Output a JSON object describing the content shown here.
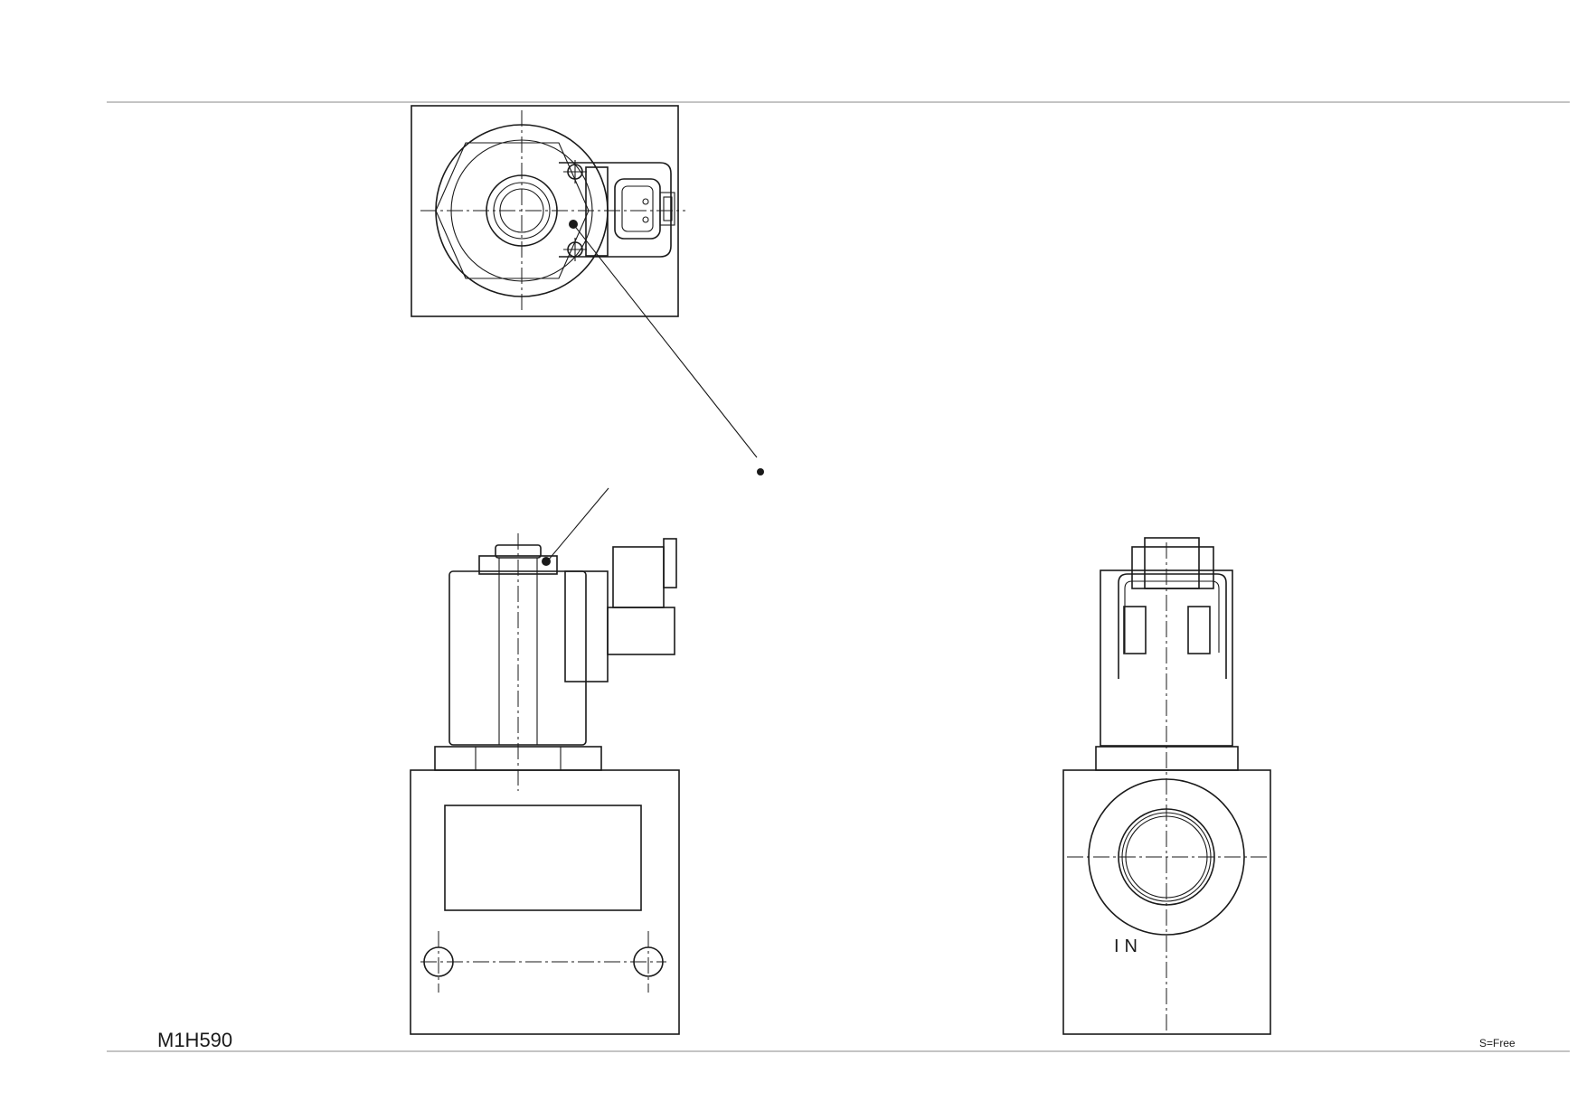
{
  "drawing": {
    "code": "M1H590",
    "scale": "S=Free",
    "port_label": "IN"
  }
}
